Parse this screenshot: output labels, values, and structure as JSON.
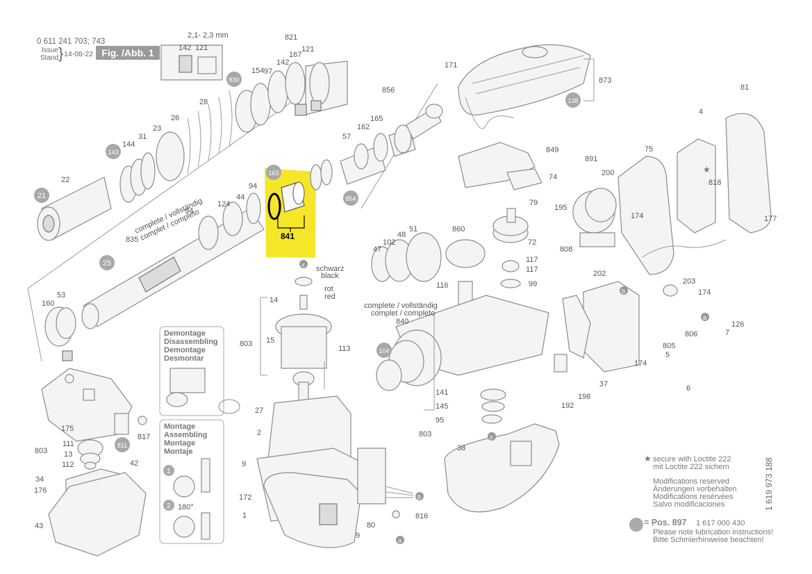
{
  "header": {
    "part_number": "0 611 241 703; 743",
    "issue_label": "Issue",
    "stand_label": "Stand",
    "date": "14-08-22",
    "figure": "Fig. /Abb. 1",
    "measure": "2,1- 2,3 mm"
  },
  "highlight": {
    "color": "#f5e62a",
    "part": "841"
  },
  "callouts": [
    {
      "id": "821",
      "text": "821"
    },
    {
      "id": "142a",
      "text": "142"
    },
    {
      "id": "121a",
      "text": "121"
    },
    {
      "id": "97",
      "text": "97"
    },
    {
      "id": "142b",
      "text": "142"
    },
    {
      "id": "167",
      "text": "167"
    },
    {
      "id": "121b",
      "text": "121"
    },
    {
      "id": "154",
      "text": "154"
    },
    {
      "id": "28",
      "text": "28"
    },
    {
      "id": "26",
      "text": "26"
    },
    {
      "id": "23",
      "text": "23"
    },
    {
      "id": "31",
      "text": "31"
    },
    {
      "id": "144",
      "text": "144"
    },
    {
      "id": "22",
      "text": "22"
    },
    {
      "id": "94a",
      "text": "94"
    },
    {
      "id": "44",
      "text": "44"
    },
    {
      "id": "124",
      "text": "124"
    },
    {
      "id": "94b",
      "text": "94"
    },
    {
      "id": "835",
      "text": "835"
    },
    {
      "id": "160",
      "text": "160"
    },
    {
      "id": "53",
      "text": "53"
    },
    {
      "id": "856",
      "text": "856"
    },
    {
      "id": "165",
      "text": "165"
    },
    {
      "id": "162",
      "text": "162"
    },
    {
      "id": "57",
      "text": "57"
    },
    {
      "id": "171",
      "text": "171"
    },
    {
      "id": "873",
      "text": "873"
    },
    {
      "id": "849",
      "text": "849"
    },
    {
      "id": "74",
      "text": "74"
    },
    {
      "id": "79",
      "text": "79"
    },
    {
      "id": "860",
      "text": "860"
    },
    {
      "id": "72",
      "text": "72"
    },
    {
      "id": "117a",
      "text": "117"
    },
    {
      "id": "117b",
      "text": "117"
    },
    {
      "id": "116",
      "text": "116"
    },
    {
      "id": "99",
      "text": "99"
    },
    {
      "id": "51",
      "text": "51"
    },
    {
      "id": "48",
      "text": "48"
    },
    {
      "id": "102",
      "text": "102"
    },
    {
      "id": "47",
      "text": "47"
    },
    {
      "id": "840",
      "text": "840"
    },
    {
      "id": "141",
      "text": "141"
    },
    {
      "id": "145",
      "text": "145"
    },
    {
      "id": "95",
      "text": "95"
    },
    {
      "id": "803b",
      "text": "803"
    },
    {
      "id": "38",
      "text": "38"
    },
    {
      "id": "81",
      "text": "81"
    },
    {
      "id": "4",
      "text": "4"
    },
    {
      "id": "891",
      "text": "891"
    },
    {
      "id": "200",
      "text": "200"
    },
    {
      "id": "75",
      "text": "75"
    },
    {
      "id": "818",
      "text": "818"
    },
    {
      "id": "195",
      "text": "195"
    },
    {
      "id": "174a",
      "text": "174"
    },
    {
      "id": "177",
      "text": "177"
    },
    {
      "id": "808",
      "text": "808"
    },
    {
      "id": "202",
      "text": "202"
    },
    {
      "id": "203",
      "text": "203"
    },
    {
      "id": "174b",
      "text": "174"
    },
    {
      "id": "174c",
      "text": "174"
    },
    {
      "id": "806",
      "text": "806"
    },
    {
      "id": "7",
      "text": "7"
    },
    {
      "id": "126",
      "text": "126"
    },
    {
      "id": "805",
      "text": "805"
    },
    {
      "id": "5",
      "text": "5"
    },
    {
      "id": "6",
      "text": "6"
    },
    {
      "id": "192",
      "text": "192"
    },
    {
      "id": "198",
      "text": "198"
    },
    {
      "id": "37",
      "text": "37"
    },
    {
      "id": "14",
      "text": "14"
    },
    {
      "id": "15",
      "text": "15"
    },
    {
      "id": "803a",
      "text": "803"
    },
    {
      "id": "113",
      "text": "113"
    },
    {
      "id": "27",
      "text": "27"
    },
    {
      "id": "2",
      "text": "2"
    },
    {
      "id": "9a",
      "text": "9"
    },
    {
      "id": "172",
      "text": "172"
    },
    {
      "id": "1",
      "text": "1"
    },
    {
      "id": "9b",
      "text": "9"
    },
    {
      "id": "80",
      "text": "80"
    },
    {
      "id": "816",
      "text": "816"
    },
    {
      "id": "175",
      "text": "175"
    },
    {
      "id": "111",
      "text": "111"
    },
    {
      "id": "13",
      "text": "13"
    },
    {
      "id": "112",
      "text": "112"
    },
    {
      "id": "803c",
      "text": "803"
    },
    {
      "id": "817",
      "text": "817"
    },
    {
      "id": "42",
      "text": "42"
    },
    {
      "id": "34",
      "text": "34"
    },
    {
      "id": "176",
      "text": "176"
    },
    {
      "id": "43",
      "text": "43"
    }
  ],
  "circle_callouts": [
    {
      "id": "830",
      "text": "830"
    },
    {
      "id": "143",
      "text": "143"
    },
    {
      "id": "21",
      "text": "21"
    },
    {
      "id": "25",
      "text": "25"
    },
    {
      "id": "163",
      "text": "163"
    },
    {
      "id": "854",
      "text": "854"
    },
    {
      "id": "138",
      "text": "138"
    },
    {
      "id": "104",
      "text": "104"
    },
    {
      "id": "811",
      "text": "811"
    }
  ],
  "legend_labels": {
    "schwarz": "schwarz",
    "black": "black",
    "rot": "rot",
    "red": "red",
    "complete1": "complete / vollständig",
    "complet1": "complet / completo",
    "complete2": "complete / vollständig",
    "complet2": "complet / completo",
    "x": "x",
    "a": "a",
    "b": "b",
    "degree": "180°",
    "step1": "1",
    "step2": "2"
  },
  "demontage_box": [
    "Demontage",
    "Disassembling",
    "Demontage",
    "Desmontar"
  ],
  "montage_box": [
    "Montage",
    "Assembling",
    "Montage",
    "Montaje"
  ],
  "notes": {
    "loctite": [
      "secure with Loctite 222",
      "mit Loctite 222 sichern"
    ],
    "modifications": [
      "Modifications reserved",
      "Änderungen vorbehalten",
      "Modifications resérvées",
      "Salvo modificaciones"
    ],
    "lube_pos": "= Pos.  897",
    "lube_number": "1 617 000 430",
    "lube_text": [
      "Please note lubrication instructions!",
      "Bitte Schmierhinweise beachten!"
    ],
    "doc_number": "1 619 973 188",
    "star": "★"
  }
}
